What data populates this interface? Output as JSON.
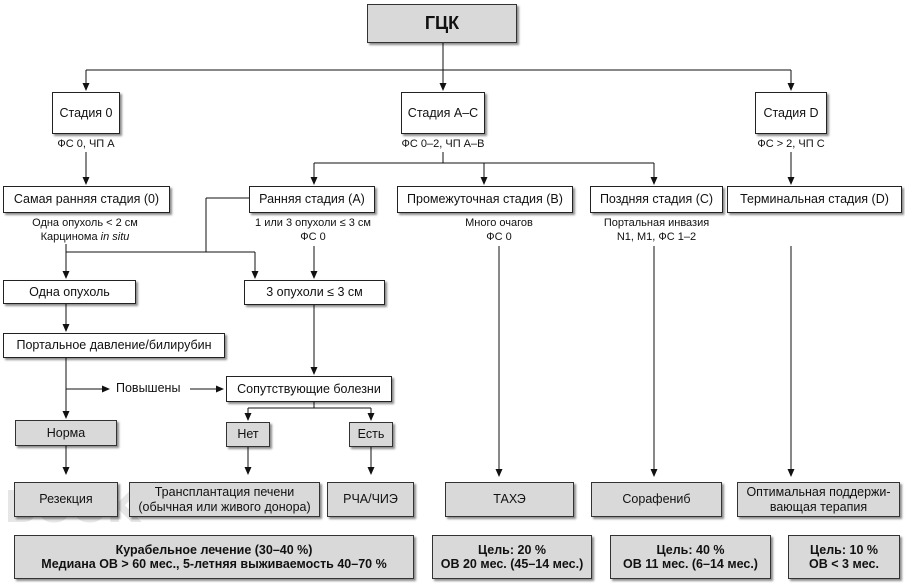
{
  "root": "ГЦК",
  "stages": {
    "s0": {
      "label": "Стадия 0",
      "note": "ФС 0, ЧП A"
    },
    "sac": {
      "label": "Стадия A–C",
      "note": "ФС 0–2, ЧП A–B"
    },
    "sd": {
      "label": "Стадия D",
      "note": "ФС > 2, ЧП C"
    }
  },
  "substages": {
    "very_early": {
      "label": "Самая ранняя стадия (0)",
      "note1": "Одна опухоль < 2 см",
      "note2_prefix": "Карцинома ",
      "note2_italic": "in situ"
    },
    "early": {
      "label": "Ранняя стадия (A)",
      "note1": "1 или 3 опухоли ≤ 3 см",
      "note2": "ФС 0"
    },
    "intermediate": {
      "label": "Промежуточная стадия (B)",
      "note1": "Много очагов",
      "note2": "ФС 0"
    },
    "advanced": {
      "label": "Поздняя стадия (C)",
      "note1": "Портальная инвазия",
      "note2": "N1, M1, ФС 1–2"
    },
    "terminal": {
      "label": "Терминальная стадия (D)"
    }
  },
  "decisions": {
    "single": "Одна опухоль",
    "three": "3 опухоли ≤ 3 см",
    "portal": "Портальное давление/билирубин",
    "increased": "Повышены",
    "comorbid": "Сопутствующие болезни",
    "norm": "Норма",
    "no": "Нет",
    "yes": "Есть"
  },
  "treatments": {
    "resection": "Резекция",
    "transplant_line1": "Трансплантация печени",
    "transplant_line2": "(обычная или живого донора)",
    "rfa": "РЧА/ЧИЭ",
    "tace": "ТАХЭ",
    "sorafenib": "Сорафениб",
    "supportive_line1": "Оптимальная поддержи-",
    "supportive_line2": "вающая терапия"
  },
  "outcomes": {
    "curative_line1": "Курабельное лечение (30–40 %)",
    "curative_line2": "Медиана ОВ > 60 мес., 5-летняя выживаемость 40–70 %",
    "tace_line1": "Цель: 20 %",
    "tace_line2": "ОВ 20 мес. (45–14 мес.)",
    "sorafenib_line1": "Цель: 40 %",
    "sorafenib_line2": "ОВ 11 мес. (6–14 мес.)",
    "terminal_line1": "Цель: 10 %",
    "terminal_line2": "ОВ < 3 мес."
  },
  "watermark": "BOOK"
}
